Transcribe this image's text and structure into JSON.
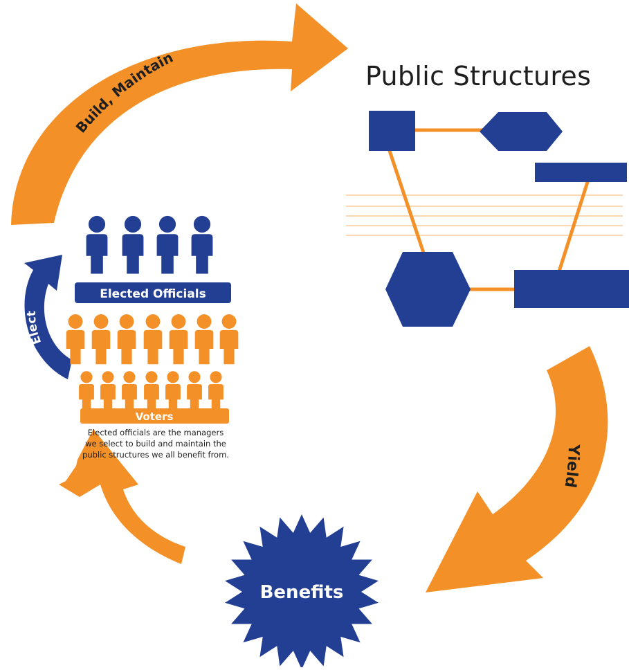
{
  "diagram": {
    "title": "Public Structures",
    "arrows": {
      "build": "Build, Maintain",
      "yield": "Yield",
      "elect": "Elect"
    },
    "groups": {
      "officials": "Elected Officials",
      "voters": "Voters",
      "benefits": "Benefits"
    },
    "caption": {
      "line1": "Elected officials are the managers",
      "line2": "we select to build and maintain the",
      "line3": "public structures we all benefit from."
    },
    "colors": {
      "blue": "#233f94",
      "orange": "#f39128",
      "text": "#1e1e1e"
    }
  }
}
